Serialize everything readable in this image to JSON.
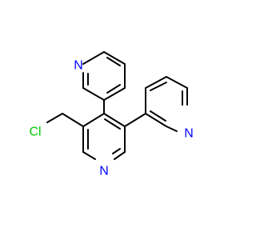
{
  "molecule": {
    "atoms": [
      {
        "label": "N",
        "color": "#0000ff"
      },
      {
        "label": "N",
        "color": "#0000ff"
      },
      {
        "label": "N",
        "color": "#0000ff"
      },
      {
        "label": "Cl",
        "color": "#00cc00"
      }
    ]
  }
}
